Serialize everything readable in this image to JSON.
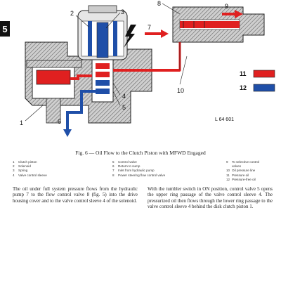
{
  "page_tab": "5",
  "diagram": {
    "callouts": [
      "1",
      "2",
      "3",
      "4",
      "5",
      "6",
      "7",
      "8",
      "9",
      "10",
      "11",
      "12"
    ],
    "reference_code": "L 64 601",
    "colors": {
      "pressure_oil": "#e02020",
      "free_oil": "#1f4fa8",
      "housing_hatch": "#555555"
    }
  },
  "figure_caption": "Fig. 6 — Oil Flow to the Clutch Piston with MFWD Engaged",
  "legend": {
    "col1": [
      {
        "num": "1",
        "text": "Clutch piston"
      },
      {
        "num": "2",
        "text": "Solenoid"
      },
      {
        "num": "3",
        "text": "Spring"
      },
      {
        "num": "4",
        "text": "Valve control sleeve"
      }
    ],
    "col2": [
      {
        "num": "5",
        "text": "Control valve"
      },
      {
        "num": "6",
        "text": "Return to sump"
      },
      {
        "num": "7",
        "text": "Inlet from hydraulic pump"
      },
      {
        "num": "8",
        "text": "Power steering flow control valve"
      }
    ],
    "col3": [
      {
        "num": "9",
        "text": "To selective control"
      },
      {
        "num": "",
        "text": "valves"
      },
      {
        "num": "10",
        "text": "Oil pressure line"
      },
      {
        "num": "11",
        "text": "Pressure oil"
      },
      {
        "num": "12",
        "text": "Pressure-free oil"
      }
    ]
  },
  "body_text": {
    "left": "The oil under full system pressure flows from the hydraulic pump 7 to the flow control valve 8 (fig. 5) into the drive housing cover and to the valve control sleeve 4 of the solenoid.",
    "right": "With the tumbler switch in ON position, control valve 5 opens the upper ring passage of the valve control sleeve 4. The pressurized oil then flows through the lower ring passage to the valve control sleeve 4 behind the disk clutch piston 1."
  }
}
